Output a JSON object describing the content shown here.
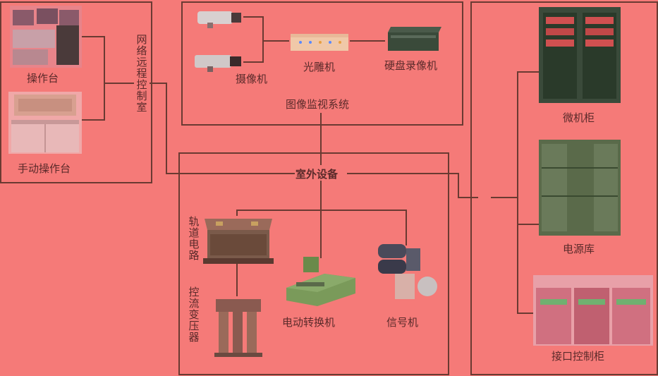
{
  "diagram": {
    "control_room": {
      "title": "网络远程控制室",
      "console": "操作台",
      "manual_console": "手动操作台"
    },
    "video_system": {
      "title": "图像监视系统",
      "camera": "摄像机",
      "optical_transceiver": "光雕机",
      "dvr": "硬盘录像机"
    },
    "outdoor": {
      "title": "室外设备",
      "track_circuit": "轨道电路",
      "rectifier": "控流变压器",
      "switch_machine": "电动转换机",
      "signal": "信号机"
    },
    "cabinets": {
      "micro_cabinet": "微机柜",
      "power_supply": "电源库",
      "interface_cabinet": "接口控制柜"
    }
  },
  "colors": {
    "background": "#f57a78",
    "line": "#6a3a32",
    "text": "#5a2a2a"
  }
}
